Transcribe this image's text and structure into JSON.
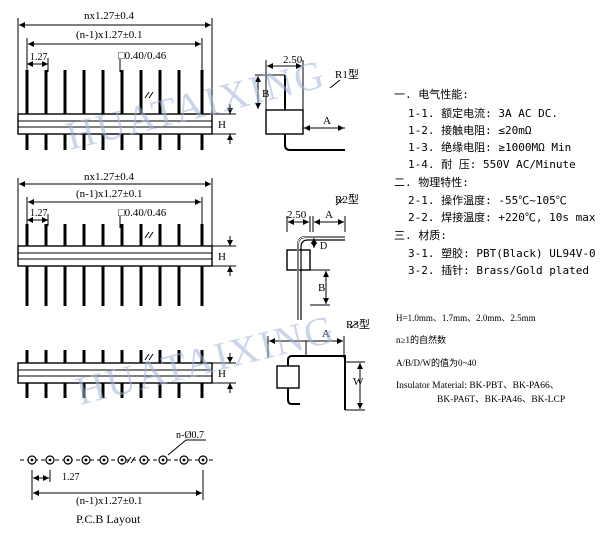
{
  "watermark": "HUATAIXING",
  "dims": {
    "n_pitch": "nx1.27±0.4",
    "n1_pitch": "(n-1)x1.27±0.1",
    "pitch": "1.27",
    "square": "□0.40/0.46",
    "h": "H",
    "b": "B",
    "a": "A",
    "d": "D",
    "w": "W",
    "w250": "2.50",
    "hole": "n-Ø0.7"
  },
  "types": {
    "r1": "R1型",
    "r2": "R2型",
    "r3": "R3型"
  },
  "pcb_label": "P.C.B Layout",
  "specs": {
    "electrical_title": "一. 电气性能:",
    "e1": "1-1. 额定电流: 3A AC DC.",
    "e2": "1-2. 接触电阻: ≤20mΩ",
    "e3": "1-3. 绝缘电阻: ≥1000MΩ Min",
    "e4": "1-4. 耐    压: 550V AC/Minute",
    "physical_title": "二. 物理特性:",
    "p1": "2-1. 操作温度: -55℃~105℃",
    "p2": "2-2. 焊接温度: +220℃, 10s max",
    "material_title": "三. 材质:",
    "m1": "3-1. 塑胶: PBT(Black) UL94V-0",
    "m2": "3-2. 插针: Brass/Gold plated"
  },
  "notes": {
    "h_values": "H=1.0mm、1.7mm、2.0mm、2.5mm",
    "n_rule": "n≥1的自然数",
    "abdw": "A/B/D/W的值为0~40",
    "insulator1": "Insulator Material: BK-PBT、BK-PA66、",
    "insulator2": "BK-PA6T、BK-PA46、BK-LCP"
  }
}
